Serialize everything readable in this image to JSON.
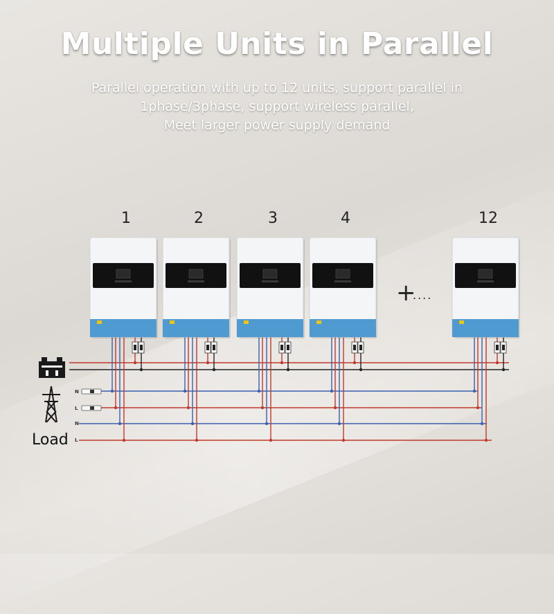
{
  "header": {
    "title": "Multiple Units in Parallel",
    "subtitle_lines": [
      "Parallel operation with up to 12 units, support parallel in",
      "1phase/3phase, support wireless parallel,",
      "Meet larger power supply demand"
    ]
  },
  "diagram": {
    "units": [
      {
        "label": "1"
      },
      {
        "label": "2"
      },
      {
        "label": "3"
      },
      {
        "label": "4"
      },
      {
        "label": "12"
      }
    ],
    "continuation": {
      "plus": "+",
      "dots": "...."
    },
    "source_icons": [
      "battery-icon",
      "power-tower-icon"
    ],
    "grid_lines": [
      {
        "label": "N"
      },
      {
        "label": "L"
      }
    ],
    "load_lines": [
      {
        "label": "N"
      },
      {
        "label": "L"
      }
    ],
    "load_label": "Load",
    "colors": {
      "red_wire": "#c0392b",
      "blue_wire": "#3a5fb0",
      "black_wire": "#222222",
      "inverter_body": "#f4f5f6",
      "inverter_base": "#4f9bd1",
      "display": "#111111"
    }
  }
}
